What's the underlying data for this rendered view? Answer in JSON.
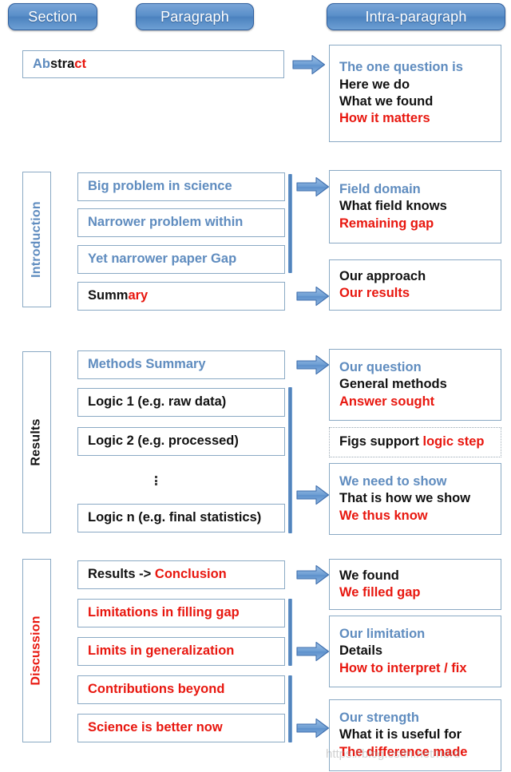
{
  "header": {
    "pills": [
      {
        "label": "Section"
      },
      {
        "label": "Paragraph"
      },
      {
        "label": "Intra-paragraph"
      }
    ]
  },
  "sections": [
    {
      "name": "Abstract",
      "label": "",
      "label_color": "",
      "paragraphs": [
        {
          "runs": [
            {
              "t": "Ab",
              "c": "blue"
            },
            {
              "t": "stra",
              "c": "black"
            },
            {
              "t": "ct",
              "c": "red"
            }
          ]
        }
      ],
      "intra": [
        {
          "lines": [
            {
              "t": "The one question is",
              "c": "blue"
            },
            {
              "t": "Here we do",
              "c": "black"
            },
            {
              "t": "What we found",
              "c": "black"
            },
            {
              "t": "How it matters",
              "c": "red"
            }
          ]
        }
      ]
    },
    {
      "name": "Introduction",
      "label": "Introduction",
      "label_color": "blue",
      "paragraphs": [
        {
          "runs": [
            {
              "t": "Big problem in science",
              "c": "blue"
            }
          ]
        },
        {
          "runs": [
            {
              "t": "Narrower problem within",
              "c": "blue"
            }
          ]
        },
        {
          "runs": [
            {
              "t": "Yet narrower paper Gap",
              "c": "blue"
            }
          ]
        },
        {
          "runs": [
            {
              "t": "Summ",
              "c": "black"
            },
            {
              "t": "ary",
              "c": "red"
            }
          ]
        }
      ],
      "intra": [
        {
          "lines": [
            {
              "t": "Field domain",
              "c": "blue"
            },
            {
              "t": "What field knows",
              "c": "black"
            },
            {
              "t": "Remaining gap",
              "c": "red"
            }
          ]
        },
        {
          "lines": [
            {
              "t": "Our approach",
              "c": "black"
            },
            {
              "t": "Our results",
              "c": "red"
            }
          ]
        }
      ]
    },
    {
      "name": "Results",
      "label": "Results",
      "label_color": "black",
      "paragraphs": [
        {
          "runs": [
            {
              "t": "Methods Summary",
              "c": "blue"
            }
          ]
        },
        {
          "runs": [
            {
              "t": "Logic 1 (e.g. raw data)",
              "c": "black"
            }
          ]
        },
        {
          "runs": [
            {
              "t": "Logic 2 (e.g. processed)",
              "c": "black"
            }
          ]
        },
        {
          "runs": [
            {
              "t": "Logic n (e.g. final statistics)",
              "c": "black"
            }
          ]
        }
      ],
      "ellipsis": "⋮",
      "intra": [
        {
          "lines": [
            {
              "t": "Our question",
              "c": "blue"
            },
            {
              "t": "General methods",
              "c": "black"
            },
            {
              "t": "Answer sought",
              "c": "red"
            }
          ]
        },
        {
          "dotted": true,
          "lines": [
            {
              "t": "Figs support ",
              "c": "black"
            },
            {
              "t": "logic step",
              "c": "red"
            }
          ],
          "inline": true
        },
        {
          "lines": [
            {
              "t": "We need to show",
              "c": "blue"
            },
            {
              "t": "That is how we show",
              "c": "black"
            },
            {
              "t": "We thus know",
              "c": "red"
            }
          ]
        }
      ]
    },
    {
      "name": "Discussion",
      "label": "Discussion",
      "label_color": "red",
      "paragraphs": [
        {
          "runs": [
            {
              "t": "Results -> ",
              "c": "black"
            },
            {
              "t": "Conclusion",
              "c": "red"
            }
          ]
        },
        {
          "runs": [
            {
              "t": "Limitations in filling gap",
              "c": "red"
            }
          ]
        },
        {
          "runs": [
            {
              "t": "Limits in generalization",
              "c": "red"
            }
          ]
        },
        {
          "runs": [
            {
              "t": "Contributions beyond",
              "c": "red"
            }
          ]
        },
        {
          "runs": [
            {
              "t": "Science is better now",
              "c": "red"
            }
          ]
        }
      ],
      "intra": [
        {
          "lines": [
            {
              "t": "We found",
              "c": "black"
            },
            {
              "t": "We filled gap",
              "c": "red"
            }
          ]
        },
        {
          "lines": [
            {
              "t": "Our limitation",
              "c": "blue"
            },
            {
              "t": "Details",
              "c": "black"
            },
            {
              "t": "How to interpret / fix",
              "c": "red"
            }
          ]
        },
        {
          "lines": [
            {
              "t": "Our strength",
              "c": "blue"
            },
            {
              "t": "What it is useful for",
              "c": "black"
            },
            {
              "t": "The difference made",
              "c": "red"
            }
          ]
        }
      ]
    }
  ],
  "watermark": {
    "text": "https://blog.csdn.net/nerd"
  },
  "colors": {
    "blue_text": "#5f8cbf",
    "red_text": "#e8170f",
    "black_text": "#111111",
    "box_border": "#8aa9c4",
    "pill_blue": "#4c82bf",
    "arrow_blue": "#6f9fd4"
  }
}
